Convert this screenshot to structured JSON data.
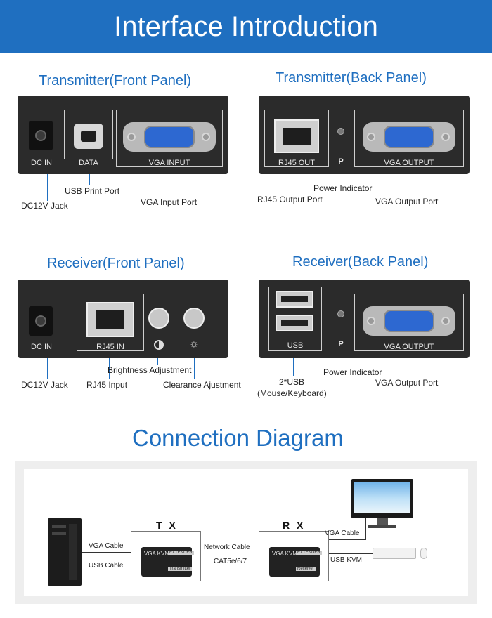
{
  "header": {
    "title": "Interface Introduction"
  },
  "tx_front": {
    "title": "Transmitter(Front Panel)",
    "labels": [
      "DC IN",
      "DATA",
      "VGA INPUT"
    ],
    "callouts": {
      "usb": "USB Print Port",
      "dc": "DC12V Jack",
      "vga": "VGA Input Port"
    }
  },
  "tx_back": {
    "title": "Transmitter(Back Panel)",
    "labels": [
      "RJ45 OUT",
      "P",
      "VGA OUTPUT"
    ],
    "callouts": {
      "power": "Power Indicator",
      "rj45": "RJ45 Output Port",
      "vga": "VGA Output Port"
    }
  },
  "rx_front": {
    "title": "Receiver(Front Panel)",
    "labels": [
      "DC IN",
      "RJ45 IN"
    ],
    "callouts": {
      "brightness": "Brightness Adjustment",
      "dc": "DC12V Jack",
      "rj45": "RJ45 Input",
      "clearance": "Clearance Ajustment"
    }
  },
  "rx_back": {
    "title": "Receiver(Back Panel)",
    "labels": [
      "USB",
      "P",
      "VGA OUTPUT"
    ],
    "callouts": {
      "usb_line1": "2*USB",
      "usb_line2": "(Mouse/Keyboard)",
      "power": "Power Indicator",
      "vga": "VGA Output Port"
    }
  },
  "connection": {
    "title": "Connection Diagram",
    "tx": "T X",
    "rx": "R X",
    "vga_cable_left": "VGA Cable",
    "usb_cable_left": "USB Cable",
    "network_cable": "Network Cable",
    "cat": "CAT5e/6/7",
    "vga_cable_right": "VGA Cable",
    "usb_kvm": "USB KVM",
    "unit_brand": "VGA KVM",
    "unit_badge": "EXTENDER",
    "unit_tx_tag": "Transmitter",
    "unit_rx_tag": "Receiver"
  },
  "colors": {
    "accent": "#1f6fc0",
    "panel": "#2b2b2b"
  }
}
